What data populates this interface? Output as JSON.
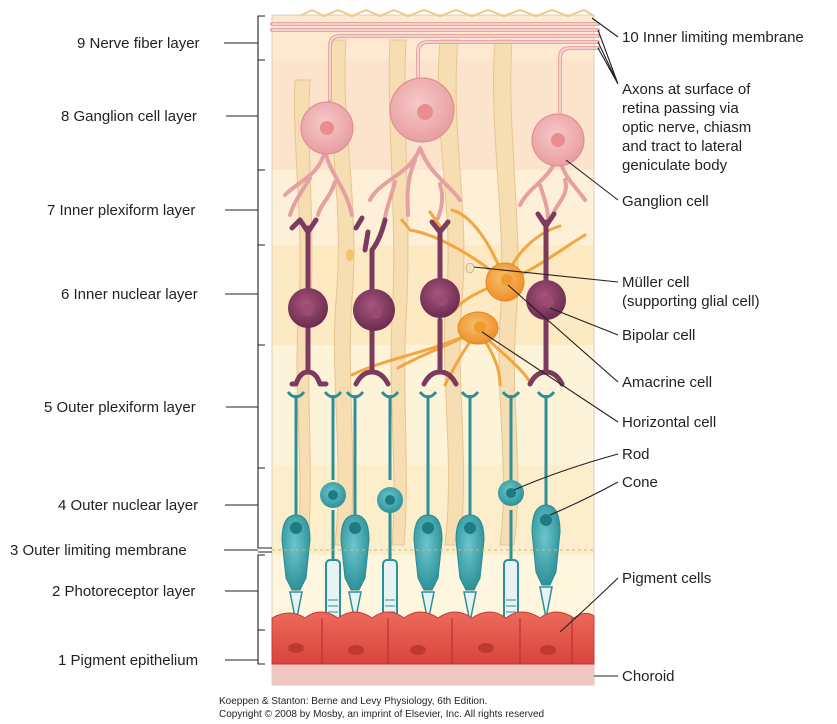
{
  "figure": {
    "left_labels": [
      {
        "id": "nerve-fiber",
        "text": "9 Nerve fiber layer"
      },
      {
        "id": "ganglion-layer",
        "text": "8 Ganglion cell layer"
      },
      {
        "id": "inner-plexiform",
        "text": "7 Inner plexiform layer"
      },
      {
        "id": "inner-nuclear",
        "text": "6 Inner nuclear layer"
      },
      {
        "id": "outer-plexiform",
        "text": "5 Outer plexiform layer"
      },
      {
        "id": "outer-nuclear",
        "text": "4 Outer nuclear layer"
      },
      {
        "id": "outer-limiting",
        "text": "3 Outer limiting membrane"
      },
      {
        "id": "photoreceptor",
        "text": "2 Photoreceptor layer"
      },
      {
        "id": "pigment-epithelium",
        "text": "1 Pigment epithelium"
      }
    ],
    "right_labels": {
      "inner_limiting": "10 Inner limiting membrane",
      "axons": [
        "Axons at surface of",
        "retina passing via",
        "optic nerve, chiasm",
        "and tract to lateral",
        "geniculate body"
      ],
      "ganglion_cell": "Ganglion cell",
      "muller": [
        "Müller cell",
        "(supporting glial cell)"
      ],
      "bipolar": "Bipolar cell",
      "amacrine": "Amacrine cell",
      "horizontal": "Horizontal cell",
      "rod": "Rod",
      "cone": "Cone",
      "pigment_cells": "Pigment cells",
      "choroid": "Choroid"
    },
    "credit": [
      "Koeppen & Stanton: Berne and Levy Physiology, 6th Edition.",
      "Copyright © 2008 by Mosby, an imprint of Elsevier, Inc. All rights reserved"
    ],
    "colors": {
      "background_light": "#fdf3d6",
      "ganglion": "#f2b6b6",
      "bipolar": "#8a3f66",
      "amacrine": "#f2a540",
      "photoreceptor": "#3fa7ad",
      "pigment": "#e5554a",
      "choroid": "#f2c6c0"
    }
  }
}
